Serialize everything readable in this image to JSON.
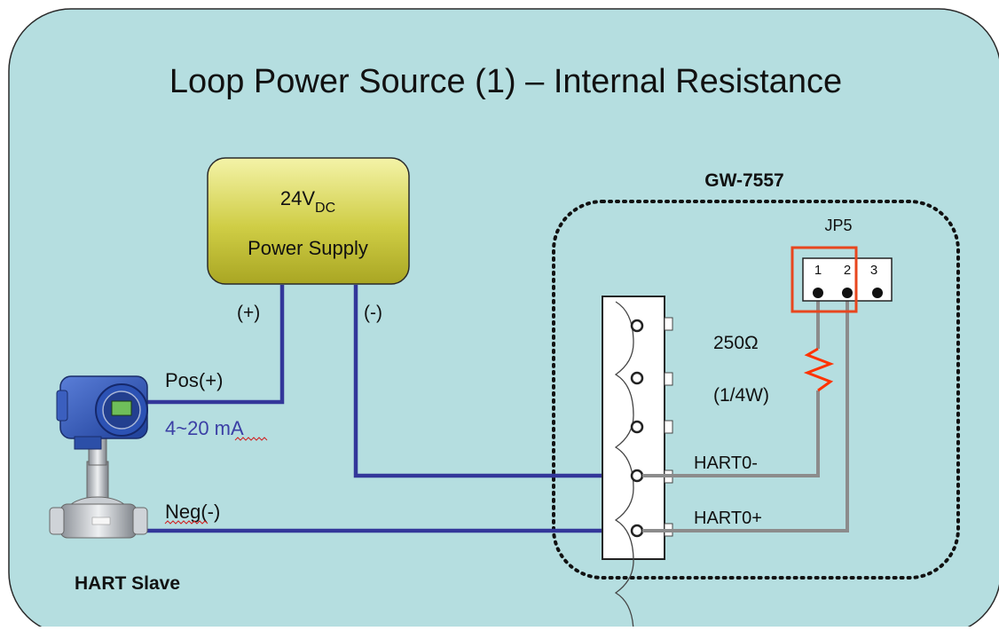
{
  "title": "Loop Power Source (1) – Internal Resistance",
  "power_supply": {
    "voltage": "24V",
    "voltage_sub": "DC",
    "label": "Power Supply",
    "pos_label": "(+)",
    "neg_label": "(-)"
  },
  "device": {
    "name": "GW-7557",
    "jumper_label": "JP5",
    "pins": [
      "1",
      "2",
      "3"
    ],
    "resistor_value": "250Ω",
    "resistor_rating": "(1/4W)",
    "hart_minus": "HART0-",
    "hart_plus": "HART0+"
  },
  "slave": {
    "pos_label": "Pos(+)",
    "current_label": "4~20 mA",
    "neg_label": "Neg(-)",
    "name": "HART Slave"
  },
  "colors": {
    "background_panel": "#b5dee0",
    "supply_fill": "#c4c338",
    "blue_wire": "#33379a",
    "gray_wire": "#8c8c8c",
    "resistor": "#ff3300",
    "jumper_highlight": "#e8461e",
    "current_text": "#3b3fa5"
  }
}
